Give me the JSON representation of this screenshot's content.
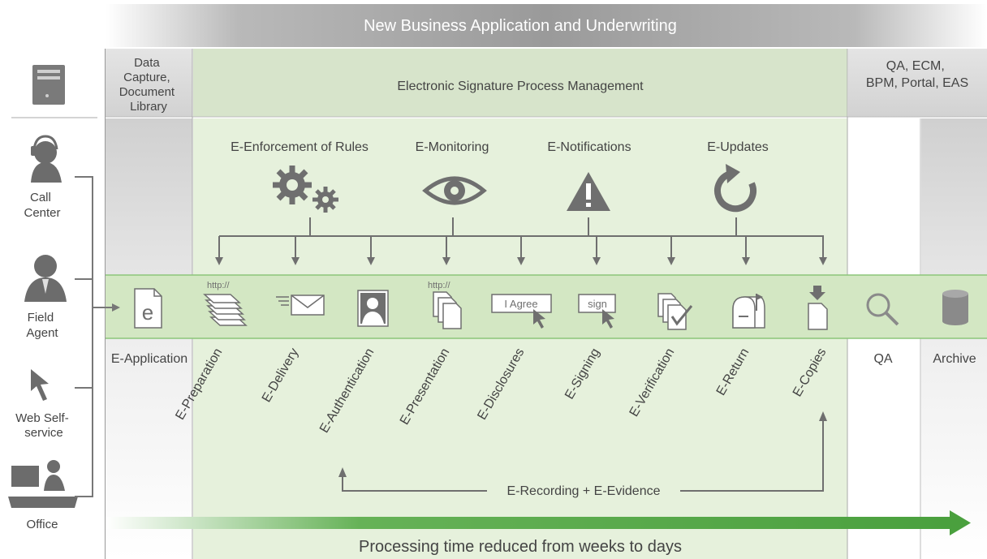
{
  "header": {
    "title": "New Business Application and Underwriting"
  },
  "columns": {
    "capture": [
      "Data",
      "Capture,",
      "Document",
      "Library"
    ],
    "esignature": "Electronic Signature Process Management",
    "qa_stack": [
      "QA, ECM,",
      "BPM, Portal, EAS"
    ]
  },
  "channels": [
    {
      "label": [
        "Call",
        "Center"
      ],
      "icon": "headset-agent-icon"
    },
    {
      "label": [
        "Field",
        "Agent"
      ],
      "icon": "agent-icon"
    },
    {
      "label": [
        "Web Self-",
        "service"
      ],
      "icon": "cursor-icon"
    },
    {
      "label": [
        "Office"
      ],
      "icon": "office-desk-icon"
    }
  ],
  "controls": [
    {
      "label": "E-Enforcement of Rules",
      "icon": "gears-icon"
    },
    {
      "label": "E-Monitoring",
      "icon": "eye-icon"
    },
    {
      "label": "E-Notifications",
      "icon": "warning-icon"
    },
    {
      "label": "E-Updates",
      "icon": "refresh-icon"
    }
  ],
  "steps": [
    {
      "label": "E-Preparation",
      "icon": "documents-stack-icon",
      "caption": "http://"
    },
    {
      "label": "E-Delivery",
      "icon": "envelope-icon"
    },
    {
      "label": "E-Authentication",
      "icon": "id-portrait-icon"
    },
    {
      "label": "E-Presentation",
      "icon": "pages-icon",
      "caption": "http://"
    },
    {
      "label": "E-Disclosures",
      "icon": "i-agree-button-icon",
      "caption": "I Agree"
    },
    {
      "label": "E-Signing",
      "icon": "sign-button-icon",
      "caption": "sign"
    },
    {
      "label": "E-Verification",
      "icon": "checked-documents-icon"
    },
    {
      "label": "E-Return",
      "icon": "mailbox-icon"
    },
    {
      "label": "E-Copies",
      "icon": "download-document-icon"
    }
  ],
  "application": {
    "label": "E-Application",
    "glyph": "e",
    "icon": "e-document-icon"
  },
  "qa": {
    "label": "QA",
    "icon": "magnifier-icon"
  },
  "archive": {
    "label": "Archive",
    "icon": "database-icon"
  },
  "recording": "E-Recording + E-Evidence",
  "timeline": "Processing time reduced from weeks to days",
  "colors": {
    "green_fill": "#e6f1dc",
    "green_band": "#d3e7c3",
    "arrow_green": "#5aaa4c",
    "icon_gray": "#6f6f6f"
  }
}
